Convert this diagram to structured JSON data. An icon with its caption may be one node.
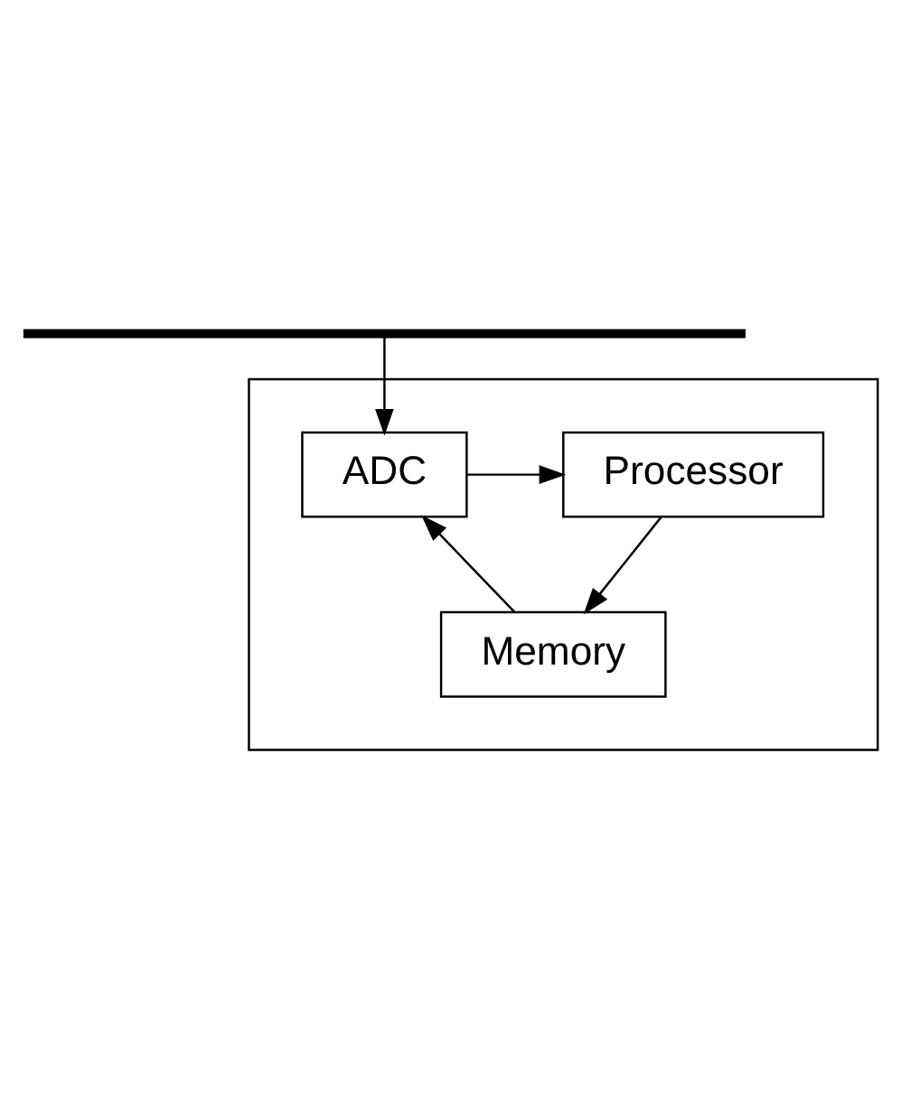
{
  "diagram": {
    "nodes": [
      {
        "text": [],
        "shape": "bar"
      },
      {
        "text": [],
        "shape": "box"
      },
      {
        "text": [
          "ADC"
        ],
        "in": 1
      },
      {
        "text": [
          "Processor"
        ],
        "in": 1
      },
      {
        "text": [
          "Memory"
        ],
        "in": 1
      }
    ],
    "edges": [
      {
        "from": 0,
        "to": 2,
        "arrow": "to"
      },
      {
        "from": 2,
        "to": 3,
        "arrow": "to"
      },
      {
        "from": 3,
        "to": 4,
        "arrow": "to"
      },
      {
        "from": 4,
        "to": 2,
        "arrow": "to"
      }
    ]
  }
}
